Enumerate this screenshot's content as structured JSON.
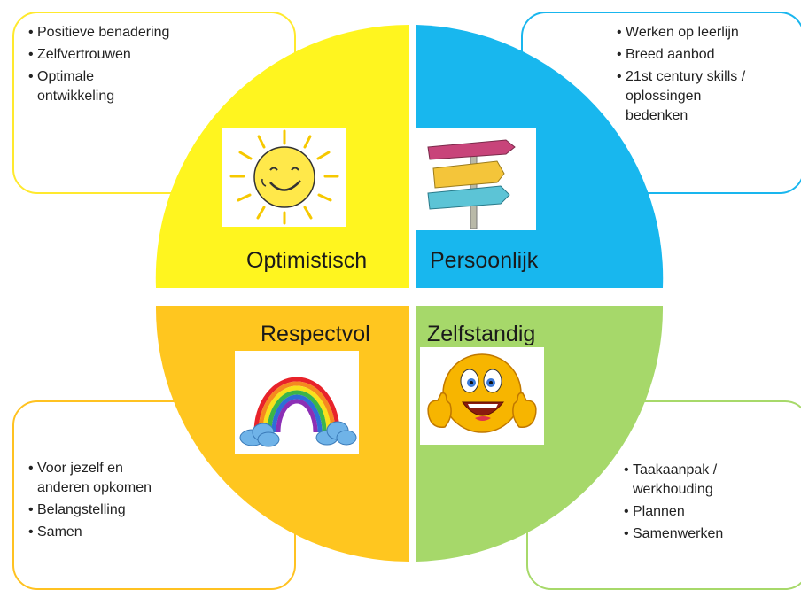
{
  "colors": {
    "optimistisch": "#fff51f",
    "persoonlijk": "#18b7ee",
    "respectvol": "#ffc61f",
    "zelfstandig": "#a6d86a",
    "box_optimistisch": "#ffe92e",
    "box_persoonlijk": "#19b6ee",
    "box_respectvol": "#ffc221",
    "box_zelfstandig": "#a7d96a"
  },
  "quadrants": {
    "top_left": {
      "label": "Optimistisch",
      "icon": "sun-icon",
      "bullets": [
        "Positieve benadering",
        "Zelfvertrouwen",
        "Optimale\nontwikkeling"
      ]
    },
    "top_right": {
      "label": "Persoonlijk",
      "icon": "signpost-icon",
      "bullets": [
        "Werken op leerlijn",
        "Breed aanbod",
        "21st century skills /\noplossingen\nbedenken"
      ]
    },
    "bottom_left": {
      "label": "Respectvol",
      "icon": "rainbow-icon",
      "bullets": [
        "Voor jezelf en\nanderen opkomen",
        "Belangstelling",
        "Samen"
      ]
    },
    "bottom_right": {
      "label": "Zelfstandig",
      "icon": "thumbs-up-smiley-icon",
      "bullets": [
        "Taakaanpak /\nwerkhouding",
        "Plannen",
        "Samenwerken"
      ]
    }
  }
}
